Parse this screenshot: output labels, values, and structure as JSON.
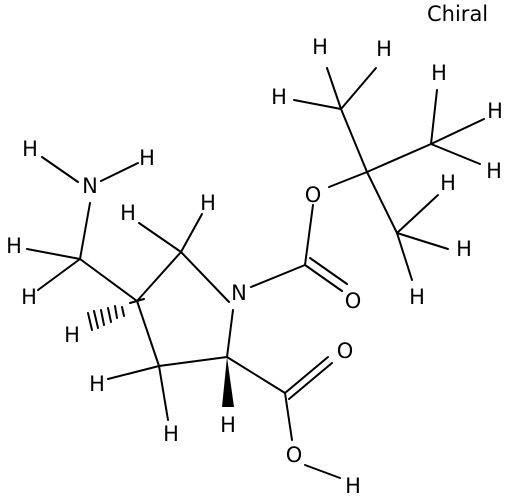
{
  "molecule": {
    "chirality_flag": "Chiral",
    "atom_symbols": {
      "hydrogen": "H",
      "nitrogen": "N",
      "oxygen": "O"
    },
    "line_color": "#000000",
    "background_color": "#ffffff"
  }
}
